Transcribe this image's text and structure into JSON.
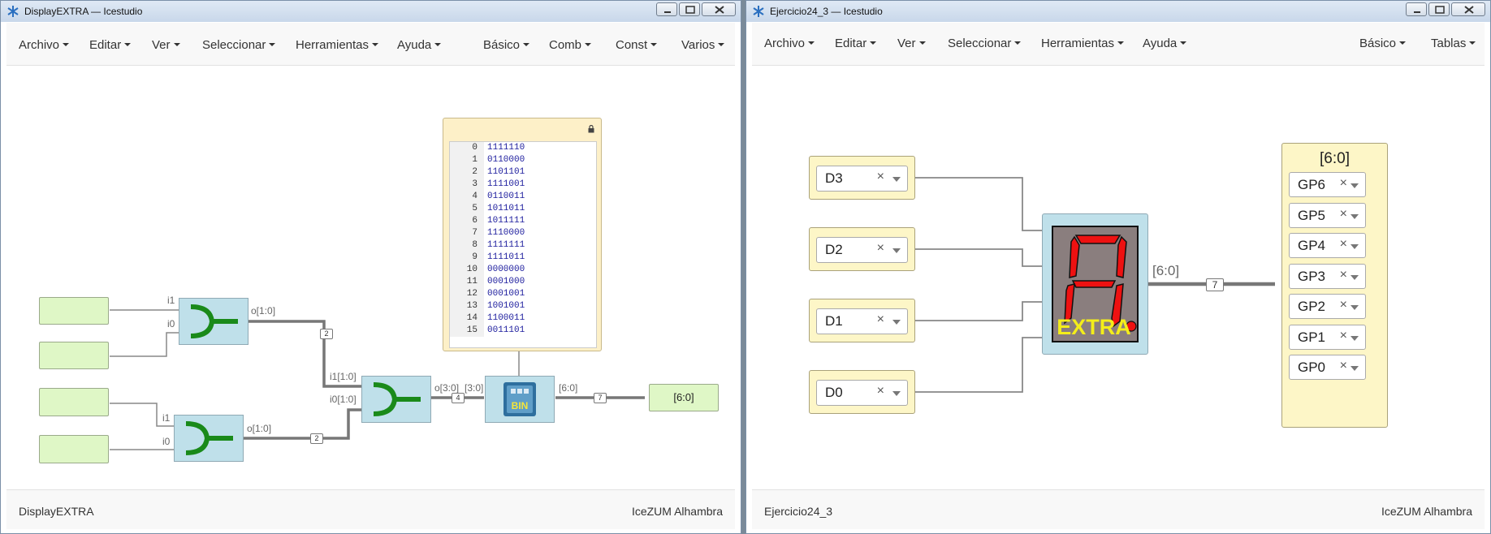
{
  "left_window": {
    "title": "DisplayEXTRA — Icestudio",
    "menus": [
      "Archivo",
      "Editar",
      "Ver",
      "Seleccionar",
      "Herramientas",
      "Ayuda"
    ],
    "right_menus": [
      "Básico",
      "Comb",
      "Const",
      "Varios"
    ],
    "status_left": "DisplayEXTRA",
    "status_right": "IceZUM Alhambra",
    "labels": {
      "i1_top": "i1",
      "i0_top": "i0",
      "o10_top": "o[1:0]",
      "i1_bot": "i1",
      "i0_bot": "i0",
      "o10_bot": "o[1:0]",
      "i1_10": "i1[1:0]",
      "i0_10": "i0[1:0]",
      "o30": "o[3:0]",
      "in30": "[3:0]",
      "out60": "[6:0]"
    },
    "bus_widths": {
      "a": "2",
      "b": "2",
      "c": "4",
      "d": "7"
    },
    "rom_icon_text": "BIN",
    "output_label": "[6:0]",
    "memory": [
      {
        "n": "0",
        "v": "1111110"
      },
      {
        "n": "1",
        "v": "0110000"
      },
      {
        "n": "2",
        "v": "1101101"
      },
      {
        "n": "3",
        "v": "1111001"
      },
      {
        "n": "4",
        "v": "0110011"
      },
      {
        "n": "5",
        "v": "1011011"
      },
      {
        "n": "6",
        "v": "1011111"
      },
      {
        "n": "7",
        "v": "1110000"
      },
      {
        "n": "8",
        "v": "1111111"
      },
      {
        "n": "9",
        "v": "1111011"
      },
      {
        "n": "10",
        "v": "0000000"
      },
      {
        "n": "11",
        "v": "0001000"
      },
      {
        "n": "12",
        "v": "0001001"
      },
      {
        "n": "13",
        "v": "1001001"
      },
      {
        "n": "14",
        "v": "1100011"
      },
      {
        "n": "15",
        "v": "0011101"
      }
    ]
  },
  "right_window": {
    "title": "Ejercicio24_3 — Icestudio",
    "menus": [
      "Archivo",
      "Editar",
      "Ver",
      "Seleccionar",
      "Herramientas",
      "Ayuda"
    ],
    "right_menus": [
      "Básico",
      "Tablas"
    ],
    "status_left": "Ejercicio24_3",
    "status_right": "IceZUM Alhambra",
    "inputs": [
      "D3",
      "D2",
      "D1",
      "D0"
    ],
    "display_text": "EXTRA",
    "bus_label": "[6:0]",
    "bus_width": "7",
    "output_title": "[6:0]",
    "outputs": [
      "GP6",
      "GP5",
      "GP4",
      "GP3",
      "GP2",
      "GP1",
      "GP0"
    ],
    "clear_symbol": "×"
  }
}
